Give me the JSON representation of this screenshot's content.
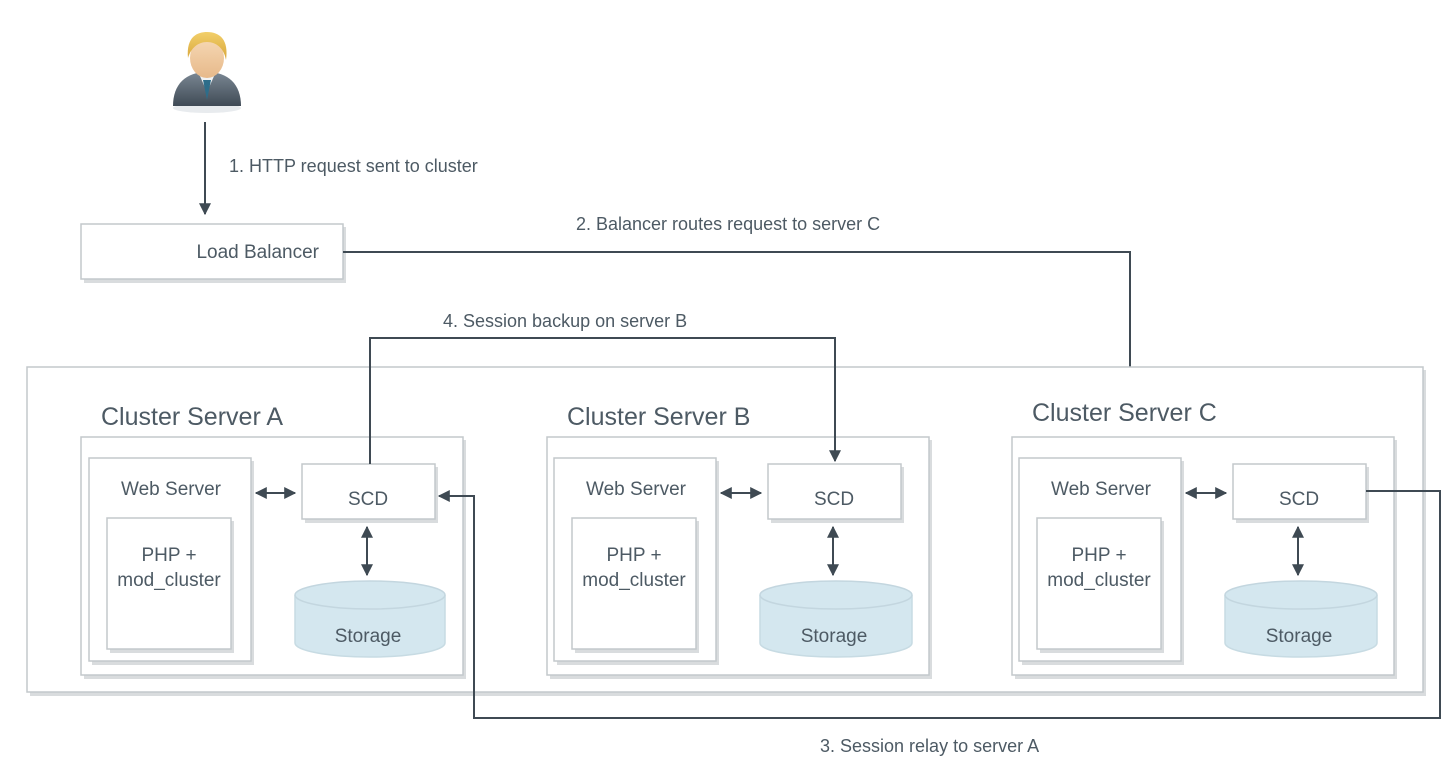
{
  "user": {
    "icon": "user-icon"
  },
  "load_balancer": {
    "label": "Load Balancer"
  },
  "steps": {
    "step1": "1. HTTP request sent to cluster",
    "step2": "2. Balancer routes request to server C",
    "step3": "3. Session relay to server A",
    "step4": "4. Session backup on server B"
  },
  "servers": [
    {
      "id": "a",
      "title": "Cluster Server A",
      "web_server": "Web Server",
      "php_line1": "PHP +",
      "php_line2": "mod_cluster",
      "scd": "SCD",
      "storage": "Storage"
    },
    {
      "id": "b",
      "title": "Cluster Server B",
      "web_server": "Web Server",
      "php_line1": "PHP +",
      "php_line2": "mod_cluster",
      "scd": "SCD",
      "storage": "Storage"
    },
    {
      "id": "c",
      "title": "Cluster Server C",
      "web_server": "Web Server",
      "php_line1": "PHP +",
      "php_line2": "mod_cluster",
      "scd": "SCD",
      "storage": "Storage"
    }
  ],
  "colors": {
    "text": "#4d5a64",
    "line": "#3f4a53",
    "box_border": "#c3c8cc",
    "storage_fill": "#d4e7ef"
  }
}
